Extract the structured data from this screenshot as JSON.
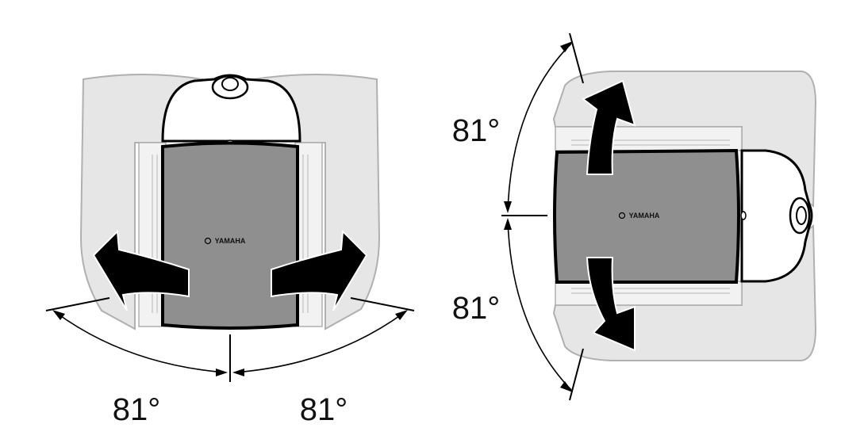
{
  "diagram": {
    "left_view": {
      "angle_left": "81°",
      "angle_right": "81°",
      "brand": "YAMAHA"
    },
    "right_view": {
      "angle_top": "81°",
      "angle_bottom": "81°",
      "brand": "YAMAHA"
    }
  },
  "colors": {
    "grille": "#8f8f8f",
    "ghost": "#e6e6e6",
    "outline": "#000000"
  }
}
